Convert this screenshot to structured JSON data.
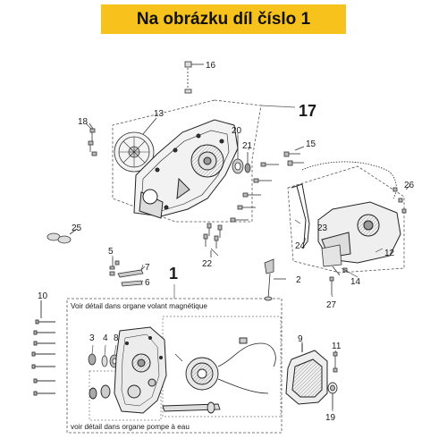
{
  "header": {
    "title": "Na obrázku díl číslo 1",
    "background": "#f7c21b"
  },
  "notes": {
    "magneto": "Voir détail dans organe volant magnétique",
    "water_pump": "voir détail dans organe pompe à eau"
  },
  "callouts": {
    "c1": "1",
    "c2": "2",
    "c3": "3",
    "c4": "4",
    "c5": "5",
    "c6": "6",
    "c7": "7",
    "c8": "8",
    "c9": "9",
    "c10": "10",
    "c11": "11",
    "c12": "12",
    "c13": "13",
    "c14": "14",
    "c15": "15",
    "c16": "16",
    "c17": "17",
    "c18": "18",
    "c19": "19",
    "c20": "20",
    "c21": "21",
    "c22": "22",
    "c23": "23",
    "c24": "24",
    "c25": "25",
    "c26": "26",
    "c27": "27"
  },
  "colors": {
    "line": "#333333",
    "accent": "#f7c21b"
  }
}
